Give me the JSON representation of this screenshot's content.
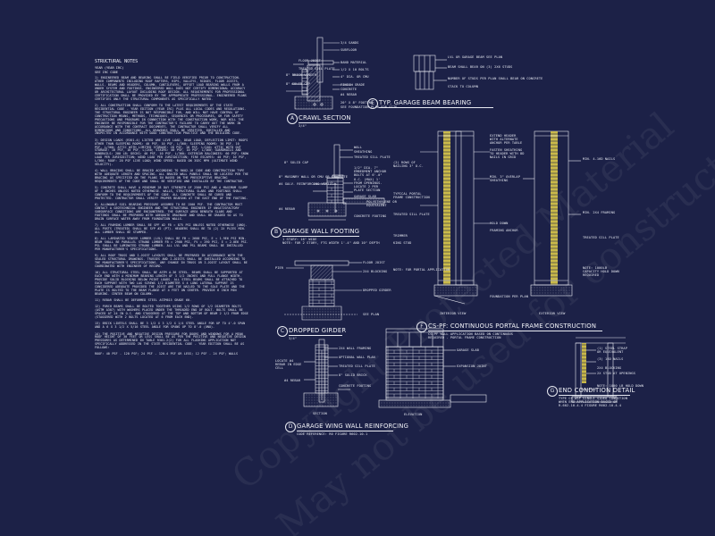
{
  "notes": {
    "heading": "STRUCTURAL NOTES",
    "subheading_1": "YEAR (YEAR IRC)",
    "subheading_2": "SEE IRC CODE",
    "paragraphs": [
      "1) ENGINEERED BEAM AND BEARING SHALL BE FIELD VERIFIED PRIOR TO CONSTRUCTION. OTHER COMPONENTS INCLUDING ROOF RAFTERS, HIPS, VALLEYS, RIDGES, FLOOR JOISTS, WALLS, BEAMS AND HEADERS, COLUMN, CANTILEVERS, OFFSET LOAD BEARING WALLS FROM A UNDER SYSTEM AND FOOTINGS. ENGINEERED WALL DOES NOT CERTIFY DIMENSIONAL ACCURACY OR ARCHITECTURAL LAYOUT INCLUDING ROOF DESIGN. ALL REQUIREMENTS FOR PROFESSIONAL CERTIFICATION SHALL BE PROVIDED BY THE APPROPRIATE PROFESSIONAL. ENGINEERED PLANS CERTIFIES ONLY THE STRUCTURAL COMPONENTS AS SPECIFICALLY NOTED.",
      "2) ALL CONSTRUCTION SHALL CONFORM TO THE LATEST REQUIREMENTS OF THE STATE RESIDENTIAL CODE - YEAR EDITION (YEAR IRC) PLUS ALL LOCAL CODES AND REGULATIONS. THE STRUCTURAL ENGINEER IS NOT RESPONSIBLE FOR, AND WILL NOT HAVE CONTROL OF CONSTRUCTION MEANS, METHODS, TECHNIQUES, SEQUENCES OR PROCEDURES, OR FOR SAFETY PRECAUTIONS AND PROGRAMS IN CONNECTION WITH THE CONSTRUCTION WORK, NOR WILL THE ENGINEER BE RESPONSIBLE FOR THE CONTRACTOR'S FAILURE TO CARRY OUT THE WORK IN ACCORDANCE WITH THE CONTRACT DOCUMENTS. THE CONTRACTOR SHALL VERIFY ALL DIMENSIONS AND CONDITIONS. ALL DRAWINGS SHALL BE VERIFIED, INSTALLED AND INSPECTED IN ACCORDANCE WITH GOOD CONSTRUCTION PRACTICE AND THE BUILDING CODE.",
      "3) DESIGN LOADS (R301.4) LISTED ARE LIVE LOAD, DEAD LOAD, DEFLECTION LIMIT: ROOFS OTHER THAN SLEEPING ROOMS: 40 PSF, 10 PSF, L/360; SLEEPING ROOMS: 30 PSF, 10 PSF, L/360; ATTIC WITH LIMITED STORAGE: 20 PSF, 10 PSF, L/240; ATTIC WITH OUT STORAGE: 10 PSF, 10 PSF, L/240; STAIRS: 40 PSF, 10 PSF, L/360; GUARDRAILS AND HANDRAILS: 200 LB; DECKS: 40 PSF, 10 PSF, L/360; EXTERIOR BALCONIES: 60 PSF; SNOW LOAD PER JURISDICTION; WIND LOAD PER JURISDICTION; FIRE ESCAPES: 40 PSF; 10 PSF, L/360; ROOF: 20 PSF LIVE LOAD; WIND SPEED: BASED ON 3SEC MPH (ULTIMATE WIND VELOCITY).",
      "4) WALL BRACING SHALL BE BRACED ACCORDING TO R602.10 CODE AND CONSTRUCTION TYPE WITH ADEQUATE LENGTH AND SPACING. ALL BRACED WALL PANELS SHALL BE LOCATED PER THE BRACING AS SPECIFIED ON THE PLANS IN BASED ON THE PRESCRIPTIVE BRACING REQUIREMENTS OF THE CODE AND SHALL BE VERIFIED AND INSTALLED BY THE CONTRACTOR.",
      "5) CONCRETE SHALL HAVE A MINIMUM 28 DAY STRENGTH OF 2500 PSI AND A MAXIMUM SLUMP OF 4 INCHES UNLESS NOTED OTHERWISE. WALLS, STRUCTURAL SLABS AND FOOTINGS SHALL CONFORM TO THE REQUIREMENTS OF THE CODE. ALL CONCRETE SHALL BE CURED AND PROTECTED. CONTRACTOR SHALL VERIFY PROPER BEARING AT THE EAST END OF THE FOOTING.",
      "6) ALLOWABLE SOIL BEARING PRESSURE ASSUMED TO BE 1500 PSF. THE CONTRACTOR MUST CONTACT A GEOTECHNICAL ENGINEER AND THE STRUCTURAL ENGINEER IF UNSATISFACTORY SUBSURFACE CONDITIONS ARE ENCOUNTERED. THE SURFACE AREA BENEATH SLABS AND FOOTINGS SHALL BE PREPARED WITH ADEQUATE DRAINAGE AND SHALL BE GRADED SO AS TO DRAIN SURFACE WATER AWAY FROM FOUNDATION WALLS.",
      "7) ALL FRAMING LUMBER SHALL BE SPF #2 FB = 875 PSI UNLESS NOTED OTHERWISE (UNO). ALL POSTS (TREATED) SHALL BE SYP #2 (PT). HEADERS SHALL BE TO (2) 2X PLIES MIN. ALL LUMBER SHALL BE STAMPED.",
      "8) ALL LAMINATED VENEER LUMBER (LVL) SHALL BE FB = 2600 PSI, E = 1.9E6 PSI MIN. BEAM SHALL BE PARALLEL STRAND LUMBER FB = 2900 PSI, FV = 290 PSI, E = 2.0E6 PSI. PSL SHALL BE LAMINATED STRAND LUMBER. ALL LVL AND PSL BEAMS SHALL BE INSTALLED PER MANUFACTURER'S SPECIFICATIONS.",
      "9) ALL ROOF TRUSS AND I-JOIST LAYOUTS SHALL BE PREPARED IN ACCORDANCE WITH THE SEALED STRUCTURAL DRAWINGS. TRUSSES AND I-JOISTS SHALL BE INSTALLED ACCORDING TO THE MANUFACTURER'S SPECIFICATIONS. ANY CHANGE IN TRUSS OR I-JOIST LAYOUT SHALL BE COORDINATED WITH ENGINEER OF RECORD.",
      "10) ALL STRUCTURAL STEEL SHALL BE ASTM A-36 STEEL. BEAMS SHALL BE SUPPORTED AT EACH END WITH A MINIMUM BEARING LENGTH OF 3 1/2 INCHES AND FULL FLANGE WIDTH. PROVIDE SOLID BLOCKING BELOW POINT LOADS. ALL STEEL BEAMS SHALL BE ATTACHED TO EACH SUPPORT WITH TWO LAG SCREWS 1/2 DIAMETER X 4 LONG LATERAL SUPPORT IS CONSIDERED ADEQUATE PROVIDED THE JOIST ARE TOE NAILED TO THE SOLE PLATE AND THE PLATE IS BOLTED TO THE BEAM FLANGE AT 4 FEET ON CENTER. PROVIDE 6 INCH MIN BEARING. CENTER BEAM ON COLUMN.",
      "11) REBAR SHALL BE DEFORMED STEEL ASTM615 GRADE 60.",
      "12) PORCH BEAMS SHALL BE BOLTED TOGETHER USING 1/2 ROWS OF 1/2 DIAMETER BOLTS (ASTM A307) WITH WASHERS PLACED UNDER THE THREADED END OF BOLT. BOLTS SHALL BE SPACED AT 24 IN O.C. AND STAGGERED AT THE TOP AND BOTTOM OF BEAM 2 1/2 FROM EDGE (STAGGERED WITH 2 BOLTS LOCATED AT 6 FROM EACH END).",
      "13) BRICK LINTELS SHALL BE 3 1/2 X 3 1/2 X 1/4 STEEL ANGLE FOR UP TO 4'-0 SPAN AND A 6 X 3 1/2 X 5/16 STEEL ANGLE FOR SPANS UP TO 8'-0 (UNO).",
      "14) THE POSITIVE AND NEGATIVE DESIGN PRESSURE FOR DOORS AND WINDOWS FOR A MEAN ROOF HEIGHT OF 30 FEET OR LESS SHALL BE AS PER THE POSITIVE AND NEGATIVE DESIGN PRESSURES AS DETERMINED IN TABLE R301.2(2) FOR ALL FLASHING APPLICATION NOT SPECIFICALLY ADDRESSED IN THE STATE RESIDENTIAL CODE - YEAR EDITION SHALL BE AS FOLLOWS:",
      "ROOF: 40 PSF - 120 PSF; 24 PSF - 120.4 PSF OR LESS; 12 PSF - 24 PSF; WALLS"
    ]
  },
  "details": {
    "crawl": {
      "letter": "A",
      "title": "CRAWL SECTION",
      "scale": "3/4\"",
      "labels": [
        "3/4 SANDS",
        "SUBFLOOR",
        "FLOOR JOIST",
        "TREATED SILL PLATE",
        "BAND MATERIAL",
        "1/2 X 10 BOLTS",
        "4\" DIA. OR CMU",
        "8\" BRICK VENEER",
        "8\" SOLID CAP",
        "FINISH GRADE",
        "CONCRETE",
        "8\" SOLID",
        "8\" FILL",
        "TERMITE BARRIER",
        "VAPOR BARRIER",
        "#4 REBAR",
        "20\" X 8\" FOOTING",
        "8\" MIN",
        "SEE FOUNDATION PLAN FOR SIZE"
      ]
    },
    "beam": {
      "letter": "E",
      "title": "TYP. GARAGE BEAM BEARING",
      "scale": "3/4\"",
      "labels": [
        "LVL OR GARAGE BEAM SEE PLAN",
        "BEAM SHALL BEAR ON (3) 2X6 STUDS",
        "NUMBER OF STUDS PER PLAN SHALL BEAR ON CONCRETE",
        "STACK TO COLUMN"
      ]
    },
    "footing": {
      "letter": "B",
      "title": "GARAGE WALL FOOTING",
      "note": "1 STORY: 16\" WIDE\nNOTE: FOR 2 STORY, FTG WIDTH 1'-4\" AND 10\" DEPTH",
      "labels": [
        "WALL",
        "SHEATHING",
        "TREATED SILL PLATE",
        "8\" SOLID CAP",
        "8\" MASONRY WALL OR CMU OR CONCRETE",
        "#4 GALV. REINFORCING VERTICAL",
        "12\" MIN",
        "1/2\" DIA. 7\" EMBEDMENT ANCHOR BOLTS AT 6'-0\" O.C. (MAX) 1' FROM OPENINGS. LOCATE 2 PER PLATE SECTION",
        "GARAGE SLAB",
        "WIRE MESH",
        "POLYETHYLENE OR EQUIVALENT",
        "DEBRIS FREE OR CRUSHED STONE OR GRAVEL",
        "CONCRETE FOOTING",
        "#4 REBAR",
        "FOOTING WIDTH"
      ]
    },
    "girder": {
      "letter": "C",
      "title": "DROPPED GIRDER",
      "scale": "3/4\"",
      "labels": [
        "FLOOR JOIST",
        "2X4 BLOCKING",
        "DROPPED GIRDER",
        "PIER",
        "SEE PLAN"
      ]
    },
    "portal": {
      "letter": "F",
      "title": "CS-PF: CONTINUOUS PORTAL FRAME CONSTRUCTION",
      "subtitle": "CS-PF WALL APPLICATION BASED ON CONTINUOUS\nREQUIRED - PORTAL FRAME CONSTRUCTION",
      "interior_label": "INTERIOR VIEW",
      "exterior_label": "EXTERIOR VIEW",
      "labels": [
        "EXTEND HEADER WITH ALTERNATE ANCHOR PER TABLE",
        "FASTEN SHEATHING TO HEADER WITH 8D NAILS IN GRID",
        "(2) ROWS OF NAILING 3\" O.C.",
        "1/2\" SPACING",
        "MIN. 3\" OVERLAP SHEATHING",
        "TYPICAL PORTAL FRAME CONSTRUCTION",
        "TREATED SILL PLATE",
        "NOTE: EXTEND SHEATHING TO TOP PLATE",
        "HOLD DOWN",
        "FRAMING ANCHOR",
        "TRIMMER",
        "KING STUD",
        "FOUNDATION PER PLAN",
        "MIN. 4-16D NAILS",
        "MIN. 2X4 FRAMING",
        "TREATED SILL PLATE",
        "NOTE: FOR PORTAL APPLICATION",
        "NOTE: 1000LB CAPACITY HOLD DOWN REQUIRED"
      ]
    },
    "reinforcing": {
      "letter": "D",
      "title": "GARAGE WING WALL REINFORCING",
      "subtitle": "CODE REFERENCE: R0 FIGURE R602.10.1",
      "section_label": "SECTION",
      "elevation_label": "ELEVATION",
      "labels": [
        "2X4 WALL FRAMING",
        "OPTIONAL WALL PLAN",
        "TREATED SILL PLATE",
        "8\" SOLID BRICK",
        "LOCATE #4 REBAR IN EDGE CELL",
        "#4 REBAR",
        "CONCRETE FOOTING",
        "GARAGE SLAB",
        "EXPANSION JOINT",
        "CONCRETE PIER"
      ]
    },
    "endcond": {
      "letter": "G",
      "title": "END CONDITION DETAIL",
      "subtitle": "TYPE CS-WSP SINGLE SIDED CONDITION\nWHEN END APPLICATION BASED ON\nR-602.10.4.4 FIGURE R602.10.4.4",
      "labels": [
        "(1) STEEL STRAP OR EQUIVALENT",
        "(3) 16D NAILS",
        "TREATED BLOCKING",
        "2X4 BLOCKING",
        "SEE PLAN",
        "2X STUD AT OPENINGS",
        "NOTE: 1000 LB HOLD DOWN"
      ]
    }
  },
  "watermark": {
    "line_1": "Copyright Protected Material",
    "line_2": "May not be used for construction"
  },
  "colors": {
    "background": "#1c2147",
    "linework": "#e8eaf2",
    "sheathing_accent": "#c9b94a"
  }
}
